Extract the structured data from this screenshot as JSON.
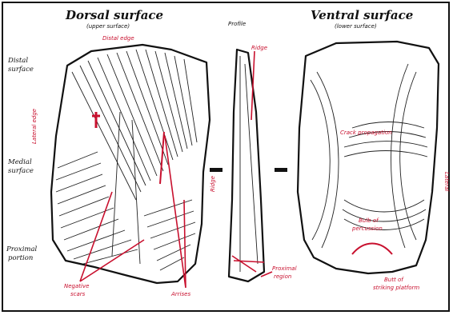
{
  "diagram": {
    "dorsal": {
      "title": "Dorsal surface",
      "subtitle": "(upper surface)"
    },
    "profile": {
      "title": "Profile"
    },
    "ventral": {
      "title": "Ventral surface",
      "subtitle": "(lower surface)"
    },
    "side_labels": {
      "distal": [
        "Distal",
        "surface"
      ],
      "medial": [
        "Medial",
        "surface"
      ],
      "proximal": [
        "Proximal",
        "portion"
      ]
    },
    "annotations": {
      "distal_edge": "Distal edge",
      "lateral_edge": "Lateral edge",
      "ridge_right": "Ridge",
      "negative_scars": [
        "Negative",
        "scars"
      ],
      "arrises": "Arrises",
      "ridge_profile": "Ridge",
      "proximal_region": [
        "Proximal",
        "region"
      ],
      "crack_propagation": "Crack propagation",
      "bulb_percussion": [
        "Bulb of",
        "percussion"
      ],
      "butt_platform": [
        "Butt of",
        "striking platform"
      ],
      "lateral_right": "Lateral"
    },
    "colors": {
      "annotation": "#c8102e",
      "ink": "#111111"
    }
  }
}
